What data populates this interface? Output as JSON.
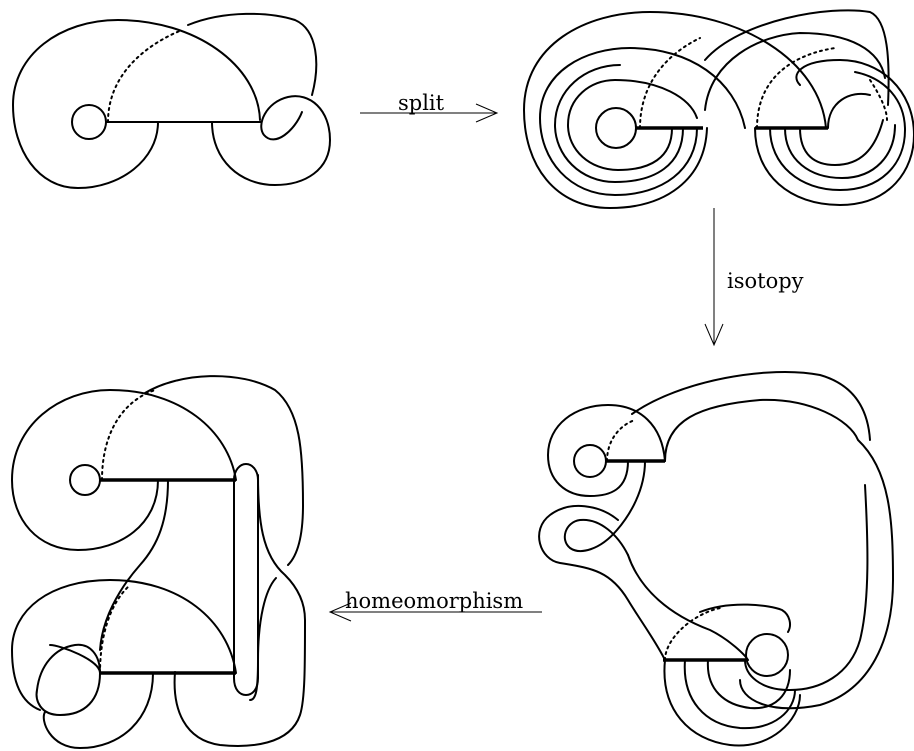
{
  "labels": {
    "split": "split",
    "isotopy": "isotopy",
    "homeomorphism": "homeomorphism"
  },
  "colors": {
    "stroke": "#000000",
    "background": "#ffffff"
  }
}
